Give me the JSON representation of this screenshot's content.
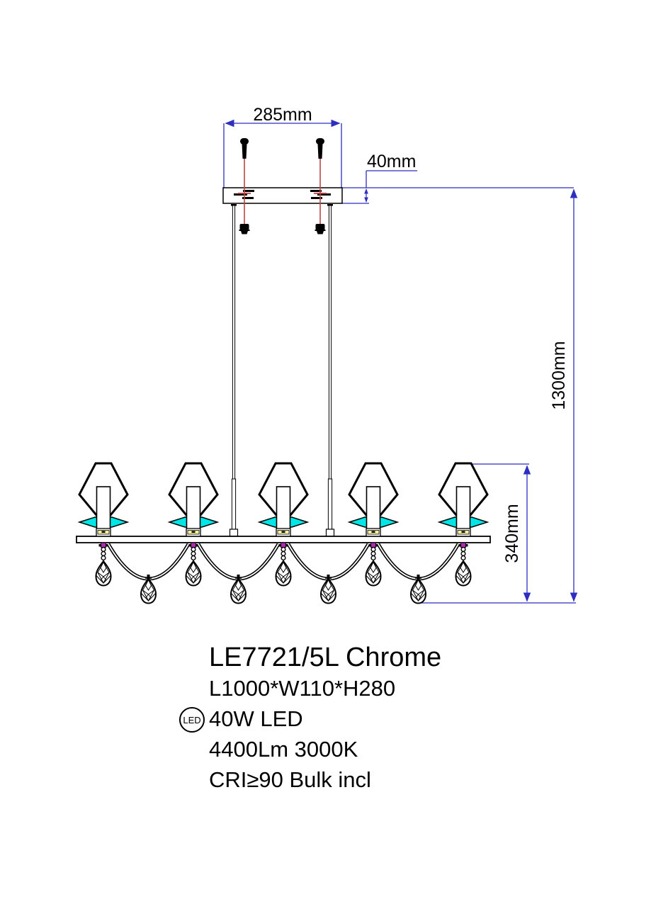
{
  "dims": {
    "canopy_width": "285mm",
    "canopy_thickness": "40mm",
    "total_drop": "1300mm",
    "fixture_height": "340mm"
  },
  "product": {
    "model": "LE7721/5L Chrome",
    "size": "L1000*W110*H280",
    "led_badge": "LED",
    "wattage": "40W LED",
    "luminous": "4400Lm 3000K",
    "cri": "CRI≥90 Bulk incl"
  },
  "figure": {
    "type": "technical-line-drawing",
    "lamp_arms": 5,
    "swag_arcs": 4,
    "mount_screws": 2,
    "suspension_rods": 2
  },
  "colors": {
    "dimension_blue": "#2E2EC0",
    "screw_guide_red": "#C04545",
    "shade_ring_cyan": "#00E6E6",
    "socket_yellow": "#F2EFA0",
    "connector_magenta": "#B428B4",
    "outline_black": "#000000"
  }
}
